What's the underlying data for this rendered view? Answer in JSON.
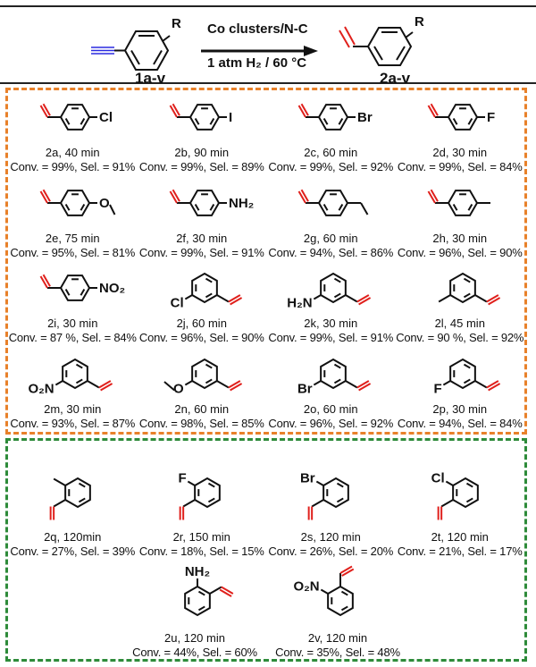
{
  "header": {
    "reagent": "Co clusters/N-C",
    "conditions": "1 atm H₂ / 60 °C",
    "start_label": "1a-v",
    "product_label": "2a-v",
    "r_group": "R"
  },
  "colors": {
    "alkyne": "#2a2ae0",
    "alkene": "#e0201c",
    "orange": "#e8812a",
    "green": "#2e8b3a"
  },
  "orange": {
    "items": [
      {
        "pattern": "para",
        "sub": "label",
        "label": "Cl",
        "caption": "2a, 40 min",
        "conv": "Conv. = 99%, Sel. = 91%"
      },
      {
        "pattern": "para",
        "sub": "label",
        "label": "I",
        "caption": "2b, 90 min",
        "conv": "Conv. = 99%, Sel. = 89%"
      },
      {
        "pattern": "para",
        "sub": "label",
        "label": "Br",
        "caption": "2c, 60 min",
        "conv": "Conv. = 99%, Sel. = 92%"
      },
      {
        "pattern": "para",
        "sub": "label",
        "label": "F",
        "caption": "2d, 30 min",
        "conv": "Conv. = 99%, Sel. = 84%"
      },
      {
        "pattern": "para",
        "sub": "methoxy",
        "label": "O",
        "caption": "2e, 75 min",
        "conv": "Conv. = 95%, Sel. = 81%"
      },
      {
        "pattern": "para",
        "sub": "label",
        "label": "NH₂",
        "caption": "2f, 30 min",
        "conv": "Conv. = 99%, Sel. = 91%"
      },
      {
        "pattern": "para",
        "sub": "ethyl",
        "caption": "2g, 60 min",
        "conv": "Conv. = 94%, Sel. = 86%"
      },
      {
        "pattern": "para",
        "sub": "methyl",
        "caption": "2h, 30 min",
        "conv": "Conv. = 96%, Sel. = 90%"
      },
      {
        "pattern": "para",
        "sub": "label",
        "label": "NO₂",
        "caption": "2i, 30 min",
        "conv": "Conv. = 87 %, Sel. = 84%"
      },
      {
        "pattern": "meta",
        "sub": "label",
        "label": "Cl",
        "caption": "2j, 60 min",
        "conv": "Conv. = 96%, Sel. = 90%"
      },
      {
        "pattern": "meta",
        "sub": "label",
        "label": "H₂N",
        "caption": "2k, 30 min",
        "conv": "Conv. = 99%, Sel. = 91%"
      },
      {
        "pattern": "meta",
        "sub": "methyl",
        "caption": "2l, 45 min",
        "conv": "Conv. = 90 %, Sel. = 92%"
      },
      {
        "pattern": "meta",
        "sub": "label",
        "label": "O₂N",
        "caption": "2m, 30 min",
        "conv": "Conv. = 93%, Sel. = 87%"
      },
      {
        "pattern": "meta",
        "sub": "methoxy",
        "label": "O",
        "caption": "2n, 60 min",
        "conv": "Conv. = 98%, Sel. = 85%"
      },
      {
        "pattern": "meta",
        "sub": "label",
        "label": "Br",
        "caption": "2o, 60 min",
        "conv": "Conv. = 96%, Sel. = 92%"
      },
      {
        "pattern": "meta",
        "sub": "label",
        "label": "F",
        "caption": "2p, 30 min",
        "conv": "Conv. = 94%, Sel. = 84%"
      }
    ]
  },
  "green": {
    "row1": [
      {
        "pattern": "ortho",
        "sub": "methyl",
        "caption": "2q, 120min",
        "conv": "Conv. = 27%, Sel. = 39%"
      },
      {
        "pattern": "ortho",
        "sub": "label",
        "label": "F",
        "caption": "2r, 150 min",
        "conv": "Conv. = 18%, Sel. = 15%"
      },
      {
        "pattern": "ortho",
        "sub": "label",
        "label": "Br",
        "caption": "2s, 120 min",
        "conv": "Conv. = 26%, Sel. = 20%"
      },
      {
        "pattern": "ortho",
        "sub": "label",
        "label": "Cl",
        "caption": "2t, 120 min",
        "conv": "Conv. = 21%, Sel. = 17%"
      }
    ],
    "row2": [
      {
        "pattern": "ortho-u",
        "sub": "label",
        "label": "NH₂",
        "caption": "2u, 120 min",
        "conv": "Conv. = 44%, Sel. = 60%"
      },
      {
        "pattern": "ortho-v",
        "sub": "label",
        "label": "O₂N",
        "caption": "2v, 120 min",
        "conv": "Conv. = 35%, Sel. = 48%"
      }
    ]
  }
}
